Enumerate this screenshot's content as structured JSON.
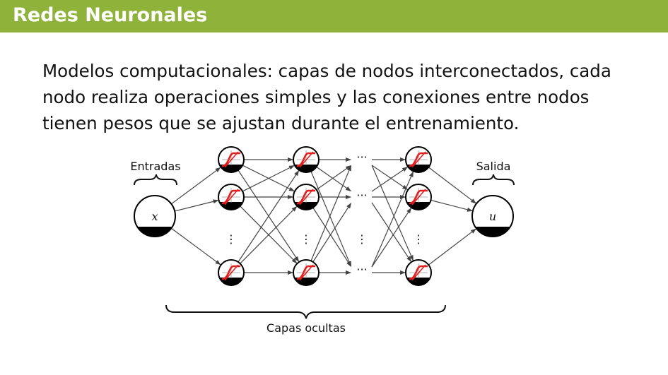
{
  "slide": {
    "title": "Redes Neuronales",
    "text": "Modelos computacionales: capas de nodos interconectados, cada nodo realiza operaciones simples y las conexiones entre nodos tienen pesos que se ajustan durante el entrenamiento."
  },
  "diagram": {
    "input_label": "Entradas",
    "output_label": "Salida",
    "hidden_label": "Capas ocultas",
    "input_node": "x",
    "output_node": "u",
    "ellipsis_horizontal": "···",
    "ellipsis_vertical": "⋮"
  },
  "colors": {
    "title_bar": "#8fb23a",
    "activation_curve": "#e02020"
  }
}
